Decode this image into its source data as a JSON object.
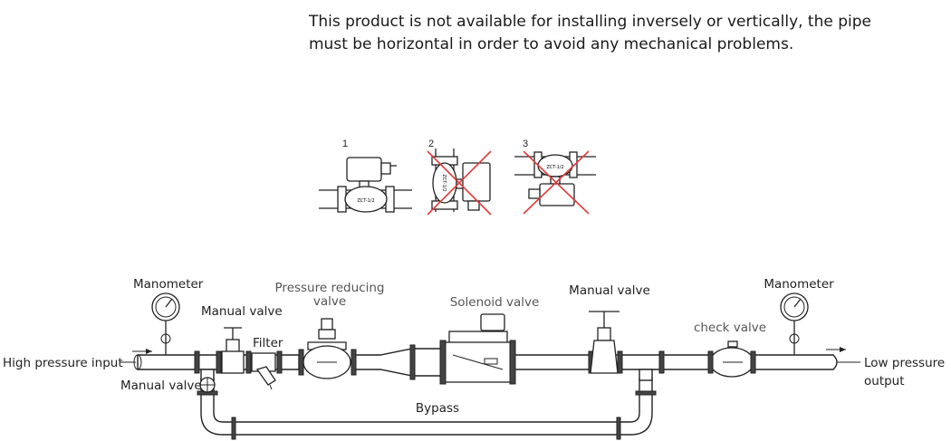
{
  "note": {
    "line1": "This product is not available for installing inversely or vertically, the pipe",
    "line2": "must be horizontal in order to avoid any mechanical problems."
  },
  "orientation_examples": [
    {
      "number": "1",
      "correct": true,
      "valve_marking": "ZCT-1/2"
    },
    {
      "number": "2",
      "correct": false,
      "valve_marking": "ZCT-1/2"
    },
    {
      "number": "3",
      "correct": false,
      "valve_marking": "ZCT-1/2"
    }
  ],
  "labels": {
    "manometer_left": "Manometer",
    "manual_valve_top_left": "Manual valve",
    "filter": "Filter",
    "pressure_reducing_1": "Pressure reducing",
    "pressure_reducing_2": "valve",
    "solenoid_valve": "Solenoid valve",
    "manual_valve_right": "Manual valve",
    "check_valve": "check valve",
    "manometer_right": "Manometer",
    "high_pressure_input": "High pressure input",
    "manual_valve_bottom_left": "Manual valve",
    "bypass": "Bypass",
    "low_pressure_1": "Low pressure",
    "low_pressure_2": "output"
  },
  "colors": {
    "cross": "#e03a3a",
    "line": "#222222"
  }
}
